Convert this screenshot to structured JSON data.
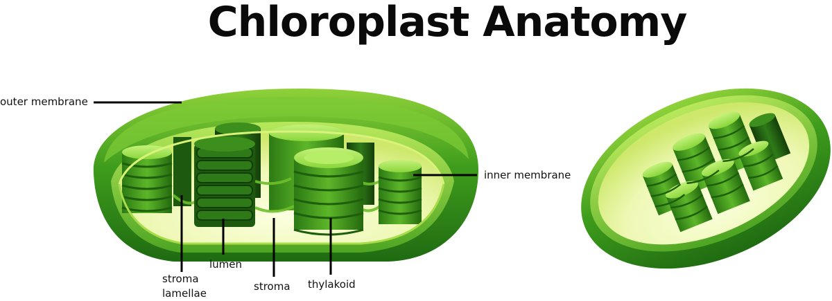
{
  "title": "Chloroplast Anatomy",
  "labels": {
    "outer_membrane": "outer membrane",
    "inner_membrane": "inner membrane",
    "stroma_lamellae": "stroma lamellae",
    "lumen": "lumen",
    "stroma": "stroma",
    "thylakoid": "thylakoid"
  },
  "colors": {
    "outer_dark": "#1f6b12",
    "outer_mid": "#3f9d1c",
    "outer_light": "#8fd13a",
    "inner_yellow": "#e6f59a",
    "stroma_fill": "#f3fbc6",
    "disc_top": "#9be34a",
    "disc_side": "#3c8f1c",
    "disc_dark": "#1d5a10",
    "label_line": "#000000"
  }
}
